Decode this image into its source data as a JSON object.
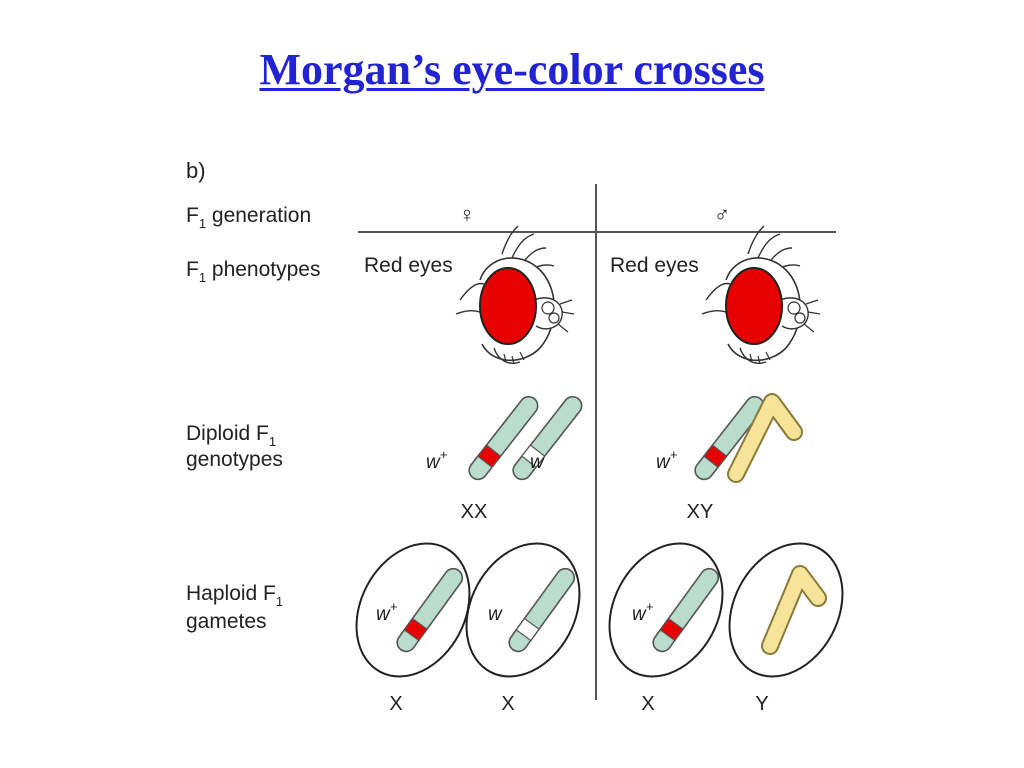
{
  "title": "Morgan’s eye-color crosses",
  "panel_label": "b)",
  "rows": {
    "generation": {
      "label": "F",
      "sub": "1",
      "rest": " generation"
    },
    "phenotypes": {
      "label": "F",
      "sub": "1",
      "rest": " phenotypes"
    },
    "diploid": {
      "line1_a": "Diploid F",
      "line1_sub": "1",
      "line2": "genotypes"
    },
    "haploid": {
      "line1_a": "Haploid F",
      "line1_sub": "1",
      "line2": "gametes"
    }
  },
  "columns": {
    "female": {
      "symbol": "♀",
      "phenotype": "Red eyes",
      "genotype": "XX"
    },
    "male": {
      "symbol": "♂",
      "phenotype": "Red eyes",
      "genotype": "XY"
    }
  },
  "alleles": {
    "dominant": "w",
    "dominant_sup": "+",
    "recessive": "w"
  },
  "gametes": [
    "X",
    "X",
    "X",
    "Y"
  ],
  "colors": {
    "title": "#2323d6",
    "eye": "#e60000",
    "x_chromosome": "#b9dccd",
    "y_chromosome": "#f7e49a",
    "allele_red": "#e60000",
    "line": "#444444"
  }
}
